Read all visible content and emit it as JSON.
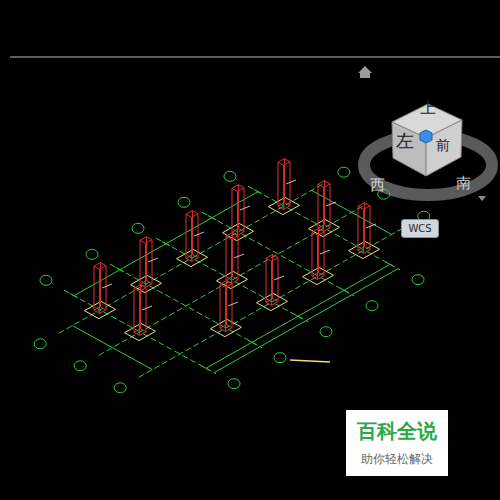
{
  "diagram": {
    "nodes": [
      {
        "text": [
          "WCS"
        ]
      },
      {
        "text": [
          "百科全说",
          "助你轻松解决"
        ]
      }
    ],
    "labels": [
      "上",
      "左",
      "前",
      "西",
      "南"
    ]
  }
}
